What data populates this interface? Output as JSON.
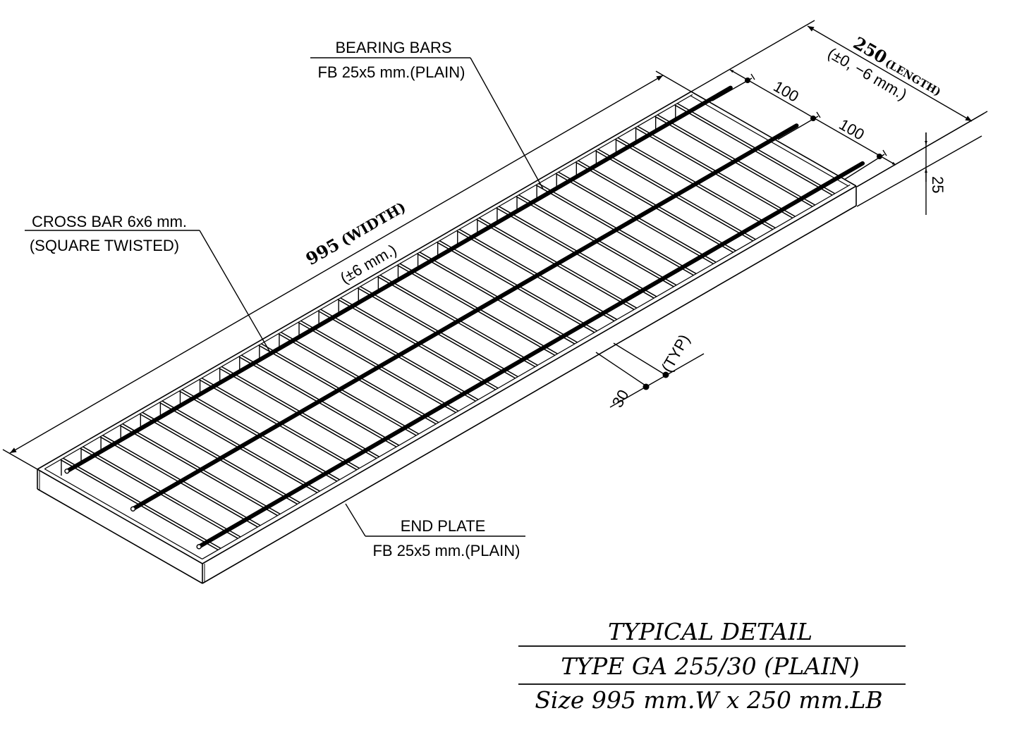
{
  "labels": {
    "bearing_bars": {
      "line1": "BEARING  BARS",
      "line2": "FB  25x5  mm.(PLAIN)"
    },
    "cross_bar": {
      "line1": "CROSS BAR 6x6 mm.",
      "line2": "(SQUARE TWISTED)"
    },
    "end_plate": {
      "line1": "END  PLATE",
      "line2": "FB  25x5  mm.(PLAIN)"
    }
  },
  "dimensions": {
    "width": {
      "value": "995",
      "label": "(WIDTH)",
      "tolerance": "(±6  mm.)"
    },
    "length": {
      "value": "250",
      "label": "(LENGTH)",
      "tolerance": "(±0, −6  mm.)"
    },
    "cross_spacing_1": "100",
    "cross_spacing_2": "100",
    "height": "25",
    "bar_pitch": "30",
    "bar_pitch_note": "(TYP)"
  },
  "title_block": {
    "line1": "TYPICAL  DETAIL",
    "line2": "TYPE  GA  255/30  (PLAIN)",
    "line3": "Size  995  mm.W  x  250  mm.LB"
  }
}
